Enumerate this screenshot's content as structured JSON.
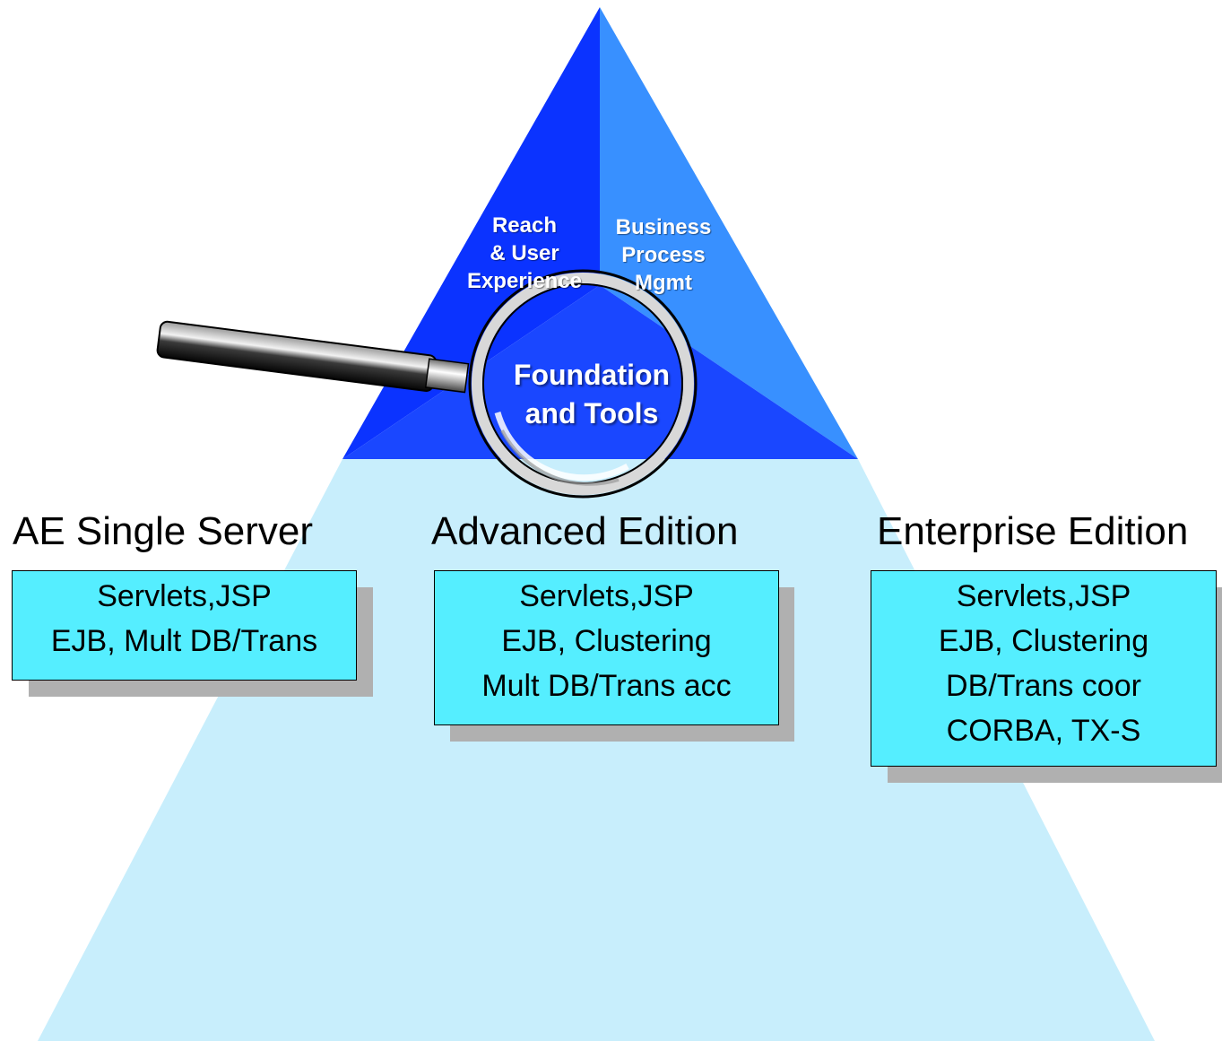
{
  "diagram": {
    "pyramid_top": {
      "left_segment": {
        "lines": [
          "Reach",
          "& User",
          "Experience"
        ]
      },
      "right_segment": {
        "lines": [
          "Business",
          "Process",
          "Mgmt"
        ]
      },
      "center_segment": {
        "lines": [
          "Foundation",
          "and Tools"
        ]
      }
    },
    "editions": [
      {
        "title": "AE Single Server",
        "features": [
          "Servlets,JSP",
          "EJB, Mult DB/Trans"
        ]
      },
      {
        "title": "Advanced Edition",
        "features": [
          "Servlets,JSP",
          "EJB, Clustering",
          "Mult DB/Trans acc"
        ]
      },
      {
        "title": "Enterprise Edition",
        "features": [
          "Servlets,JSP",
          "EJB, Clustering",
          "DB/Trans coor",
          "CORBA, TX-S"
        ]
      }
    ],
    "colors": {
      "top_left": "#0b33ff",
      "top_right": "#3890ff",
      "center": "#1a47ff",
      "lower_pyramid": "#c8eefc",
      "feature_box": "#55eeff",
      "box_shadow": "#b0b0b0"
    },
    "icons": [
      "magnifying-glass-icon"
    ]
  }
}
